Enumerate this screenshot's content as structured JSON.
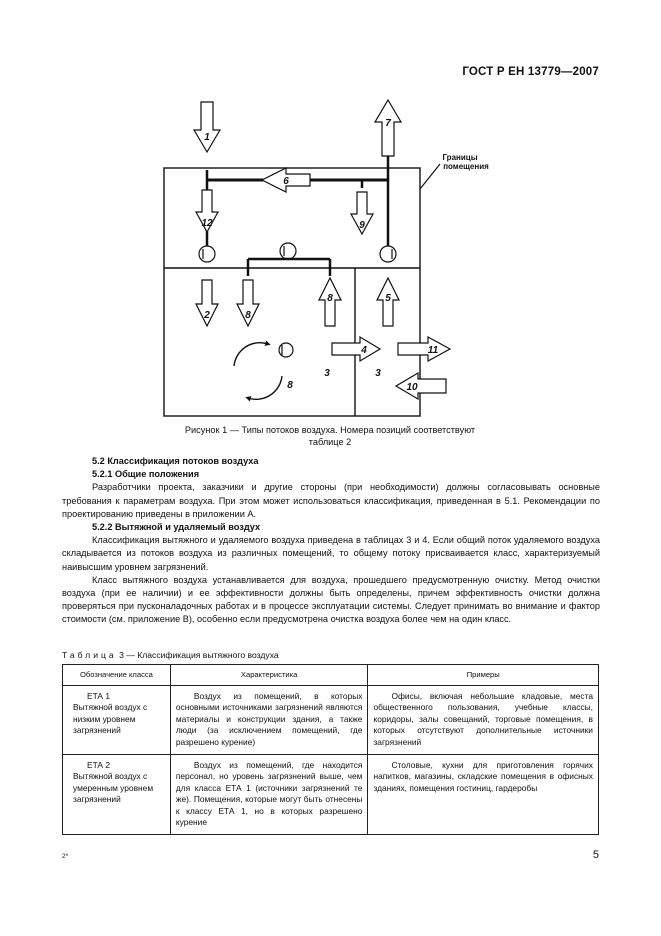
{
  "header": {
    "doc_number": "ГОСТ Р ЕН 13779—2007"
  },
  "figure": {
    "boundary_label_line1": "Границы",
    "boundary_label_line2": "помещения",
    "numbers": {
      "n1": "1",
      "n2": "2",
      "n3a": "3",
      "n3b": "3",
      "n4": "4",
      "n5": "5",
      "n6": "6",
      "n7": "7",
      "n8a": "8",
      "n8b": "8",
      "n9": "9",
      "n10": "10",
      "n11": "11",
      "n12": "12"
    },
    "caption_line1": "Рисунок 1 — Типы потоков воздуха. Номера позиций соответствуют",
    "caption_line2": "таблице 2"
  },
  "sections": {
    "s52_title": "5.2 Классификация потоков воздуха",
    "s521_title": "5.2.1 Общие положения",
    "s521_p1": "Разработчики проекта, заказчики и другие стороны (при необходимости) должны согласовывать основные требования к параметрам воздуха. При этом может использоваться классификация, приведенная в 5.1. Рекомендации по проектированию приведены в приложении А.",
    "s522_title": "5.2.2 Вытяжной и удаляемый воздух",
    "s522_p1": "Классификация вытяжного и удаляемого воздуха приведена в таблицах 3 и 4. Если общий поток удаляемого воздуха складывается из потоков воздуха из различных помещений, то общему потоку присваивается класс, характеризуемый наивысшим уровнем загрязнений.",
    "s522_p2": "Класс вытяжного воздуха устанавливается для воздуха, прошедшего предусмотренную очистку. Метод очистки воздуха (при ее наличии) и ее эффективности должны быть определены, причем эффективность очистки должна проверяться при пусконаладочных работах и в процессе эксплуатации системы. Следует принимать во внимание и фактор стоимости (см. приложение В), особенно если предусмотрена очистка воздуха более чем на один класс."
  },
  "table": {
    "caption_prefix": "Таблица",
    "caption_text": "3 — Классификация вытяжного воздуха",
    "headers": [
      "Обозначение класса",
      "Характеристика",
      "Примеры"
    ],
    "rows": [
      {
        "code": "ЕТА 1",
        "name": "Вытяжной воздух с низким уровнем загрязнений",
        "desc": "Воздух из помещений, в которых основными источниками загрязнений являются материалы и конструкции здания, а также люди (за исключением помещений, где разрешено курение)",
        "examples": "Офисы, включая небольшие кладовые, места общественного пользования, учебные классы, коридоры, залы совещаний, торговые помещения, в которых отсутствуют дополнительные источники загрязнений"
      },
      {
        "code": "ЕТА 2",
        "name": "Вытяжной воздух с умеренным уровнем загрязнений",
        "desc": "Воздух из помещений, где находится персонал, но уровень загрязнений выше, чем для класса ЕТА 1 (источники загрязнений те же). Помещения, которые могут быть отнесены к классу ЕТА 1, но в которых разрешено курение",
        "examples": "Столовые, кухни для приготовления горячих напитков, магазины, складские помещения в офисных зданиях, помещения гостиниц, гардеробы"
      }
    ]
  },
  "footer": {
    "left_mark": "2*",
    "page_number": "5"
  }
}
